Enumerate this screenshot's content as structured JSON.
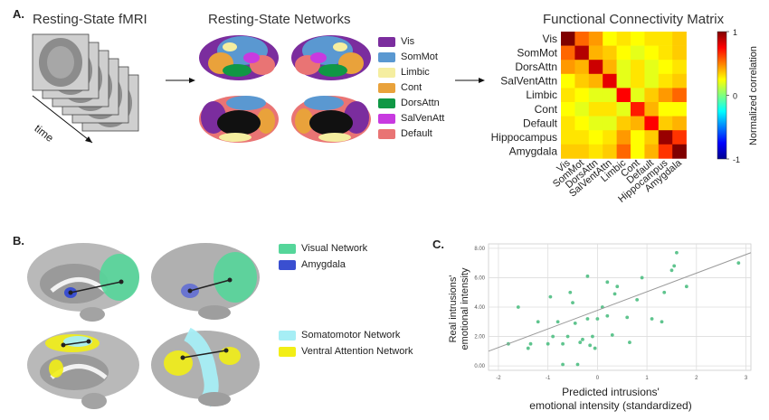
{
  "panels": {
    "a": "A.",
    "b": "B.",
    "c": "C."
  },
  "section_a": {
    "fmri_title": "Resting-State fMRI",
    "time_label": "time",
    "networks_title": "Resting-State Networks",
    "networks": [
      {
        "label": "Vis",
        "color": "#7b2d9e"
      },
      {
        "label": "SomMot",
        "color": "#5a98d1"
      },
      {
        "label": "Limbic",
        "color": "#f5eea0"
      },
      {
        "label": "Cont",
        "color": "#e9a23b"
      },
      {
        "label": "DorsAttn",
        "color": "#109845"
      },
      {
        "label": "SalVenAtt",
        "color": "#c83ae0"
      },
      {
        "label": "Default",
        "color": "#e97474"
      }
    ],
    "fc_title": "Functional Connectivity Matrix",
    "colorbar_label": "Normalized correlation",
    "colorbar_ticks": [
      "1",
      "0",
      "-1"
    ]
  },
  "section_b": {
    "legend": [
      {
        "label": "Visual Network",
        "color": "#55d69a"
      },
      {
        "label": "Amygdala",
        "color": "#3a4fd0"
      },
      {
        "label": "Somatomotor Network",
        "color": "#a6eef5"
      },
      {
        "label": "Ventral Attention Network",
        "color": "#f2ee16"
      }
    ]
  },
  "chart_data": [
    {
      "type": "heatmap",
      "title": "Functional Connectivity Matrix",
      "rows": [
        "Vis",
        "SomMot",
        "DorsAttn",
        "SalVentAttn",
        "Limbic",
        "Cont",
        "Default",
        "Hippocampus",
        "Amygdala"
      ],
      "cols": [
        "Vis",
        "SomMot",
        "DorsAttn",
        "SalVentAttn",
        "Limbic",
        "Cont",
        "Default",
        "Hippocampus",
        "Amygdala"
      ],
      "values": [
        [
          1.0,
          0.55,
          0.45,
          0.25,
          0.3,
          0.25,
          0.3,
          0.3,
          0.35
        ],
        [
          0.55,
          0.9,
          0.4,
          0.35,
          0.25,
          0.2,
          0.25,
          0.3,
          0.35
        ],
        [
          0.45,
          0.4,
          0.85,
          0.4,
          0.2,
          0.3,
          0.2,
          0.25,
          0.3
        ],
        [
          0.25,
          0.35,
          0.4,
          0.8,
          0.2,
          0.3,
          0.2,
          0.3,
          0.35
        ],
        [
          0.3,
          0.25,
          0.2,
          0.2,
          0.75,
          0.2,
          0.35,
          0.45,
          0.55
        ],
        [
          0.25,
          0.2,
          0.3,
          0.3,
          0.2,
          0.7,
          0.4,
          0.25,
          0.25
        ],
        [
          0.3,
          0.25,
          0.2,
          0.2,
          0.35,
          0.4,
          0.75,
          0.35,
          0.4
        ],
        [
          0.3,
          0.3,
          0.25,
          0.3,
          0.45,
          0.25,
          0.35,
          0.95,
          0.65
        ],
        [
          0.35,
          0.35,
          0.3,
          0.35,
          0.55,
          0.25,
          0.4,
          0.65,
          1.0
        ]
      ],
      "colorbar_label": "Normalized correlation",
      "zlim": [
        -1,
        1
      ]
    },
    {
      "type": "scatter",
      "xlabel": "Predicted intrusions' emotional intensity (standardized)",
      "ylabel": "Real intrusions' emotional intensity",
      "xticks": [
        "-2",
        "-1",
        "0",
        "1",
        "2",
        "3"
      ],
      "yticks": [
        "0.00",
        "2.00",
        "4.00",
        "6.00",
        "8.00"
      ],
      "xlim": [
        -2.2,
        3.1
      ],
      "ylim": [
        -0.3,
        8.3
      ],
      "grid": true,
      "points": [
        [
          -1.8,
          1.5
        ],
        [
          -1.6,
          4.0
        ],
        [
          -1.4,
          1.2
        ],
        [
          -1.35,
          1.5
        ],
        [
          -1.2,
          3.0
        ],
        [
          -1.0,
          1.5
        ],
        [
          -0.95,
          4.7
        ],
        [
          -0.9,
          2.0
        ],
        [
          -0.8,
          3.0
        ],
        [
          -0.7,
          1.5
        ],
        [
          -0.6,
          2.0
        ],
        [
          -0.55,
          5.0
        ],
        [
          -0.5,
          4.3
        ],
        [
          -0.45,
          2.9
        ],
        [
          -0.4,
          0.1
        ],
        [
          -0.35,
          1.6
        ],
        [
          -0.3,
          1.8
        ],
        [
          -0.2,
          3.2
        ],
        [
          -0.15,
          1.4
        ],
        [
          -0.1,
          2.0
        ],
        [
          -0.05,
          1.2
        ],
        [
          0.0,
          3.2
        ],
        [
          0.1,
          4.0
        ],
        [
          0.2,
          3.4
        ],
        [
          0.3,
          2.1
        ],
        [
          0.35,
          4.9
        ],
        [
          0.4,
          5.4
        ],
        [
          0.6,
          3.3
        ],
        [
          0.65,
          1.6
        ],
        [
          0.8,
          4.5
        ],
        [
          0.9,
          6.0
        ],
        [
          1.1,
          3.2
        ],
        [
          1.3,
          3.0
        ],
        [
          1.35,
          5.0
        ],
        [
          1.5,
          6.5
        ],
        [
          1.55,
          6.8
        ],
        [
          1.6,
          7.7
        ],
        [
          1.8,
          5.4
        ],
        [
          -0.2,
          6.1
        ],
        [
          2.85,
          7.0
        ],
        [
          0.2,
          5.7
        ],
        [
          -0.7,
          0.1
        ]
      ],
      "fit_line": {
        "x": [
          -2.2,
          3.1
        ],
        "y": [
          1.0,
          7.7
        ]
      }
    }
  ]
}
